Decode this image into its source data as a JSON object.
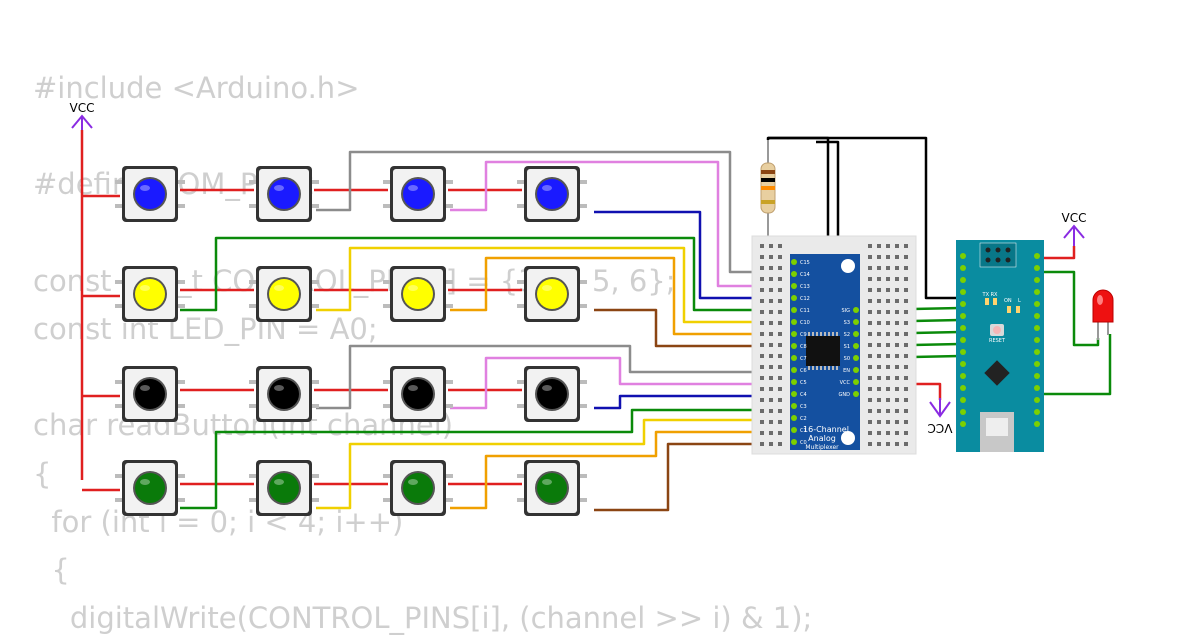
{
  "code_lines": [
    "#include <Arduino.h>",
    "#define COM_PIN 2",
    "const int8_t CONTROL_PINS[] = {3, 4, 5, 6};",
    "const int LED_PIN = A0;",
    "char readButton(int channel)",
    "{",
    "  for (int i = 0; i < 4; i++)",
    "  {",
    "    digitalWrite(CONTROL_PINS[i], (channel >> i) & 1);"
  ],
  "vcc_labels": [
    "VCC",
    "VCC",
    "VCC"
  ],
  "button_rows": [
    {
      "color": "#1a1aff",
      "name": "blue"
    },
    {
      "color": "#ffff00",
      "name": "yellow"
    },
    {
      "color": "#000000",
      "name": "black"
    },
    {
      "color": "#0a7a0a",
      "name": "green"
    }
  ],
  "mux": {
    "title": "16-Channel",
    "subtitle": "Analog",
    "caption": "Multiplexer",
    "left_pins": [
      "C15",
      "C14",
      "C13",
      "C12",
      "C11",
      "C10",
      "C9",
      "C8",
      "C7",
      "C6",
      "C5",
      "C4",
      "C3",
      "C2",
      "C1",
      "C0"
    ],
    "right_pins": [
      "SIG",
      "S3",
      "S2",
      "S1",
      "S0",
      "EN",
      "VCC",
      "GND"
    ]
  },
  "nano": {
    "labels": [
      "TX RX",
      "ON",
      "L",
      "RESET"
    ]
  },
  "wire_colors": {
    "red": "#e02020",
    "gray": "#8c8c8c",
    "pink": "#e080e0",
    "blue": "#1010b0",
    "green": "#0a8a0a",
    "yellow": "#f0d000",
    "orange": "#f0a000",
    "brown": "#8b4513",
    "black": "#000000"
  }
}
